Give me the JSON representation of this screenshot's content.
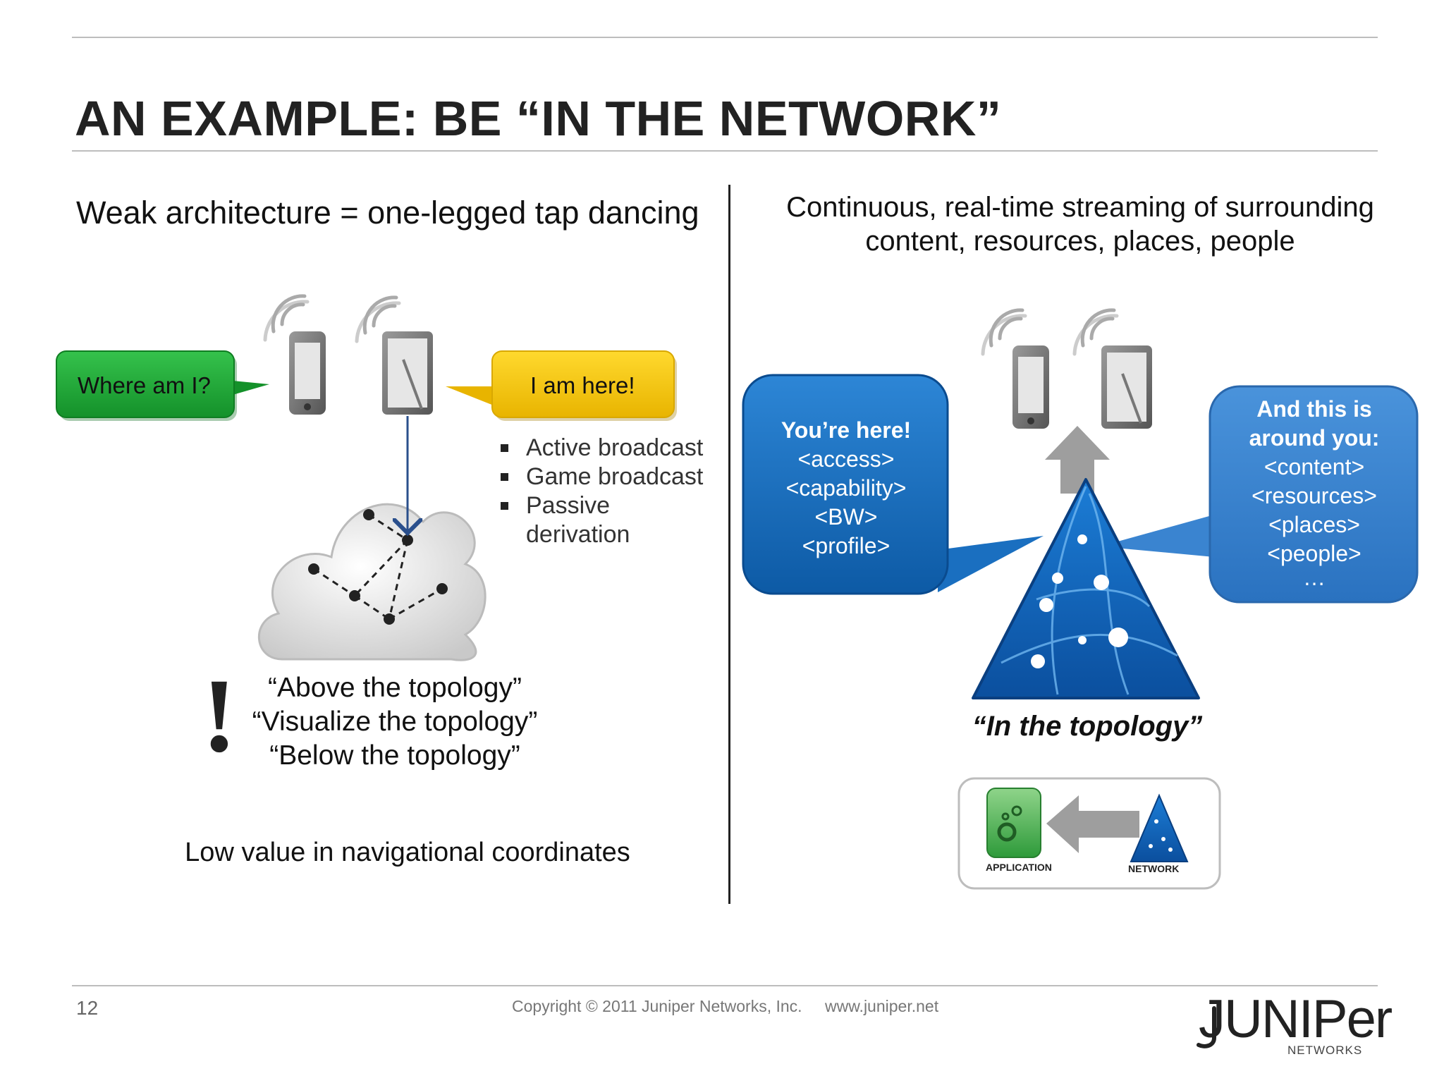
{
  "slide": {
    "title": "AN EXAMPLE: BE “IN THE NETWORK”",
    "page_number": "12",
    "copyright": "Copyright © 2011 Juniper Networks, Inc.",
    "url": "www.juniper.net",
    "logo_text": "JUNIPer",
    "logo_sub": "NETWORKS"
  },
  "left": {
    "heading": "Weak architecture = one-legged tap dancing",
    "bubble_where": "Where am I?",
    "bubble_here": "I am here!",
    "bullets": [
      "Active broadcast",
      "Game broadcast",
      "Passive",
      "derivation"
    ],
    "quotes": [
      "“Above the topology”",
      "“Visualize the topology”",
      "“Below the topology”"
    ],
    "exclamation": "!",
    "footer": "Low value in navigational coordinates"
  },
  "right": {
    "heading_line1": "Continuous, real-time streaming of surrounding",
    "heading_line2": "content, resources, places, people",
    "bubble_left": [
      "You’re here!",
      "<access>",
      "<capability>",
      "<BW>",
      "<profile>"
    ],
    "bubble_right": [
      "And this is",
      "around you:",
      "<content>",
      "<resources>",
      "<places>",
      "<people>",
      "…"
    ],
    "caption": "“In the topology”",
    "app_label": "APPLICATION",
    "network_label": "NETWORK"
  },
  "colors": {
    "green_bubble": "#22a83a",
    "yellow_bubble": "#f6c700",
    "blue_bubble": "#1a6fc0",
    "arrow_blue": "#2a4f8c"
  }
}
